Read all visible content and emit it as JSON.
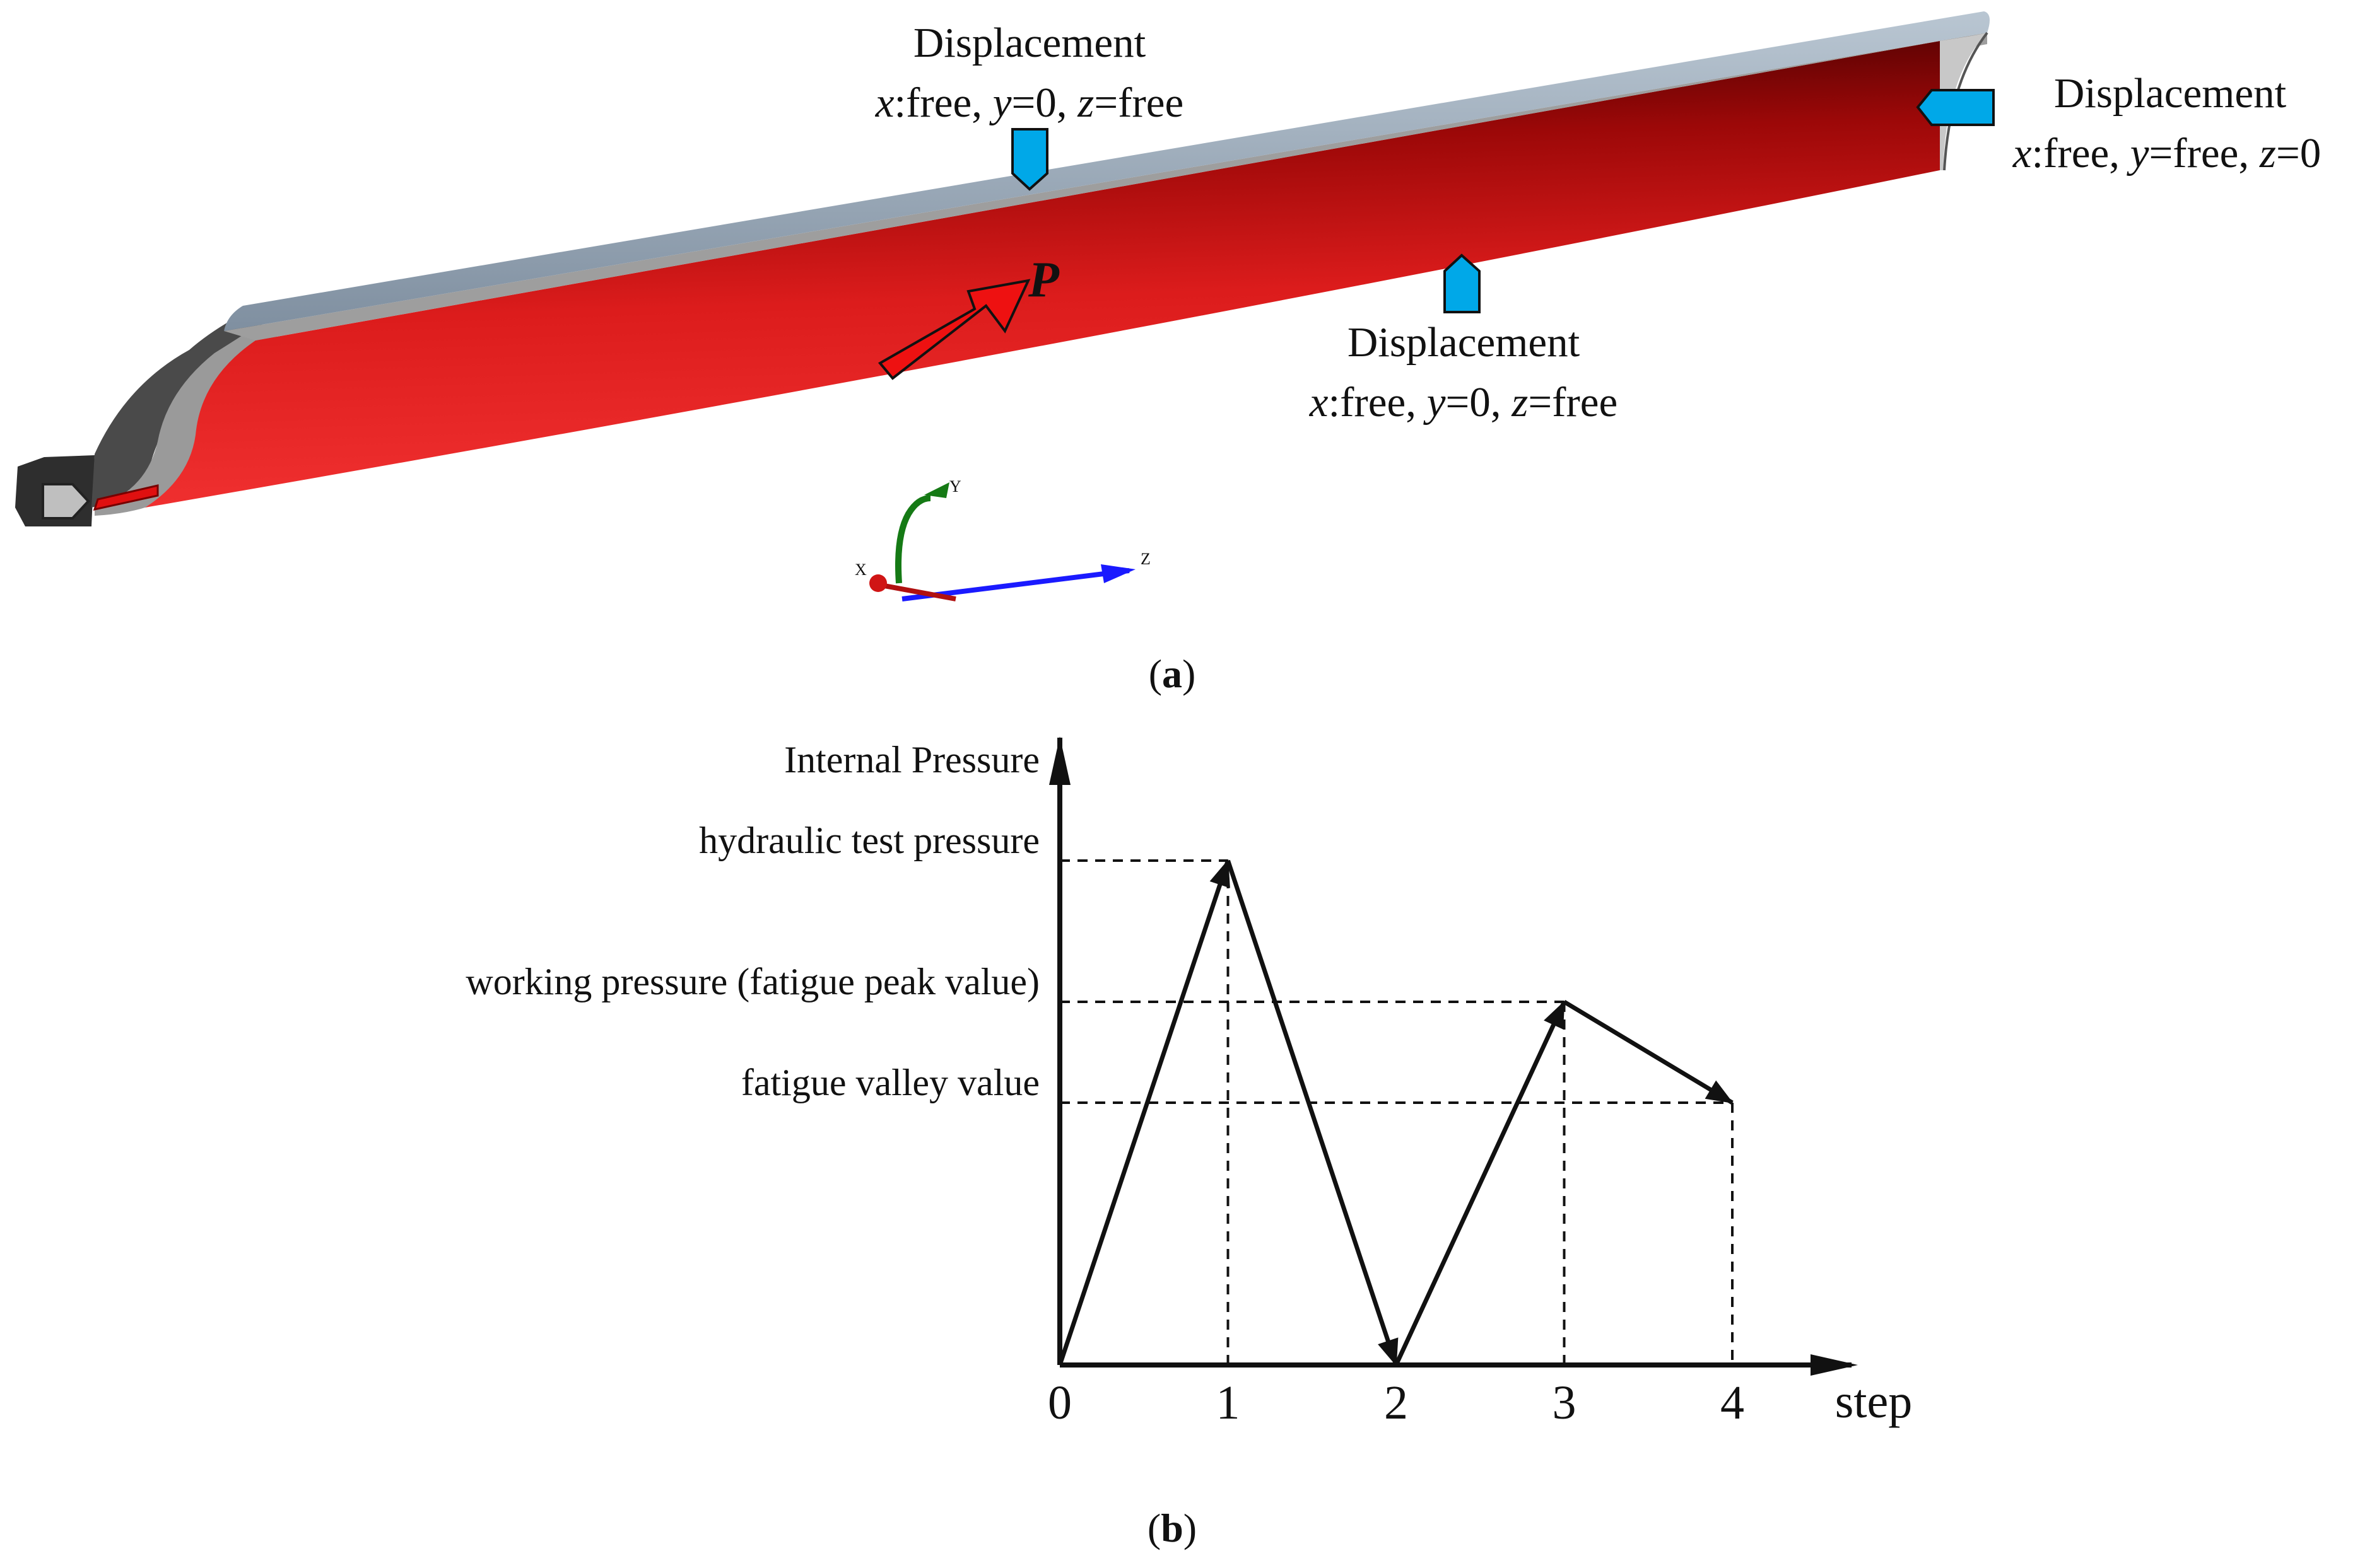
{
  "panel_a": {
    "caption_letter": "a",
    "label_top": {
      "title": "Displacement",
      "line2": [
        "x",
        ":free, ",
        "y",
        "=0, ",
        "z",
        "=free"
      ]
    },
    "label_mid": {
      "title": "Displacement",
      "line2": [
        "x",
        ":free, ",
        "y",
        "=0, ",
        "z",
        "=free"
      ]
    },
    "label_right": {
      "title": "Displacement",
      "line2": [
        "x",
        ":free, ",
        "y",
        "=free, ",
        "z",
        "=0"
      ]
    },
    "pressure_label": "P",
    "triad": {
      "x": "X",
      "y": "Y",
      "z": "Z"
    },
    "colors": {
      "inner_surface": "#e02020",
      "outer_layer": "#9aaab8",
      "boundary_marker": "#00a8e8",
      "load_arrow": "#ee1111"
    }
  },
  "panel_b": {
    "caption_letter": "b",
    "y_axis_label": "Internal Pressure",
    "x_axis_label": "step",
    "level_labels": {
      "hydraulic": "hydraulic test pressure",
      "working": "working pressure (fatigue peak value)",
      "valley": "fatigue valley value"
    },
    "x_ticks": [
      "0",
      "1",
      "2",
      "3",
      "4"
    ]
  },
  "chart_data": {
    "type": "line",
    "x": [
      0,
      1,
      2,
      3,
      4
    ],
    "levels": {
      "hydraulic test pressure": 1.0,
      "working pressure (fatigue peak value)": 0.72,
      "fatigue valley value": 0.52
    },
    "series": [
      {
        "values": [
          0,
          1.0,
          0,
          0.72,
          0.52
        ]
      }
    ],
    "xlabel": "step",
    "ylabel": "Internal Pressure",
    "xlim": [
      0,
      4.8
    ],
    "ylim": [
      0,
      1.0
    ],
    "grid": false,
    "y_ticks_numeric": false
  }
}
